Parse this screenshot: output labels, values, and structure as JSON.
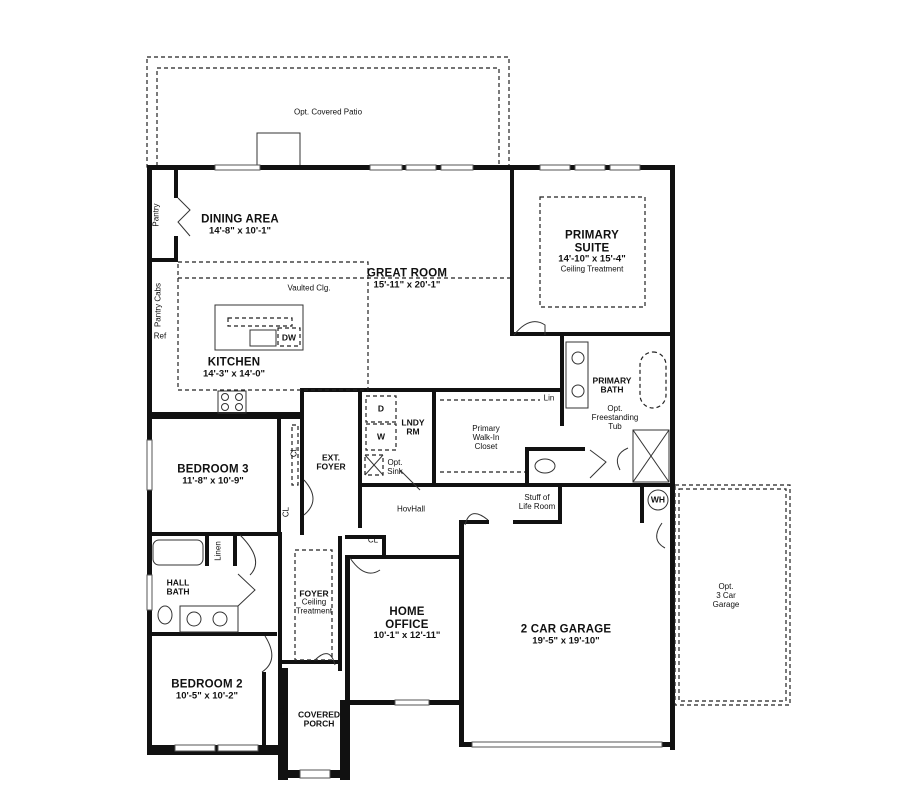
{
  "plan": {
    "rooms": {
      "patio": {
        "name": "Opt. Covered Patio"
      },
      "dining": {
        "name": "DINING AREA",
        "dims": "14'-8\" x 10'-1\""
      },
      "great_room": {
        "name": "GREAT ROOM",
        "dims": "15'-11\" x 20'-1\"",
        "note": "Vaulted Clg."
      },
      "kitchen": {
        "name": "KITCHEN",
        "dims": "14'-3\" x 14'-0\""
      },
      "primary_suite": {
        "name_line1": "PRIMARY",
        "name_line2": "SUITE",
        "dims": "14'-10\" x 15'-4\"",
        "note": "Ceiling Treatment"
      },
      "primary_bath": {
        "name_line1": "PRIMARY",
        "name_line2": "BATH",
        "note_line1": "Opt.",
        "note_line2": "Freestanding",
        "note_line3": "Tub"
      },
      "walk_in_closet": {
        "line1": "Primary",
        "line2": "Walk-In",
        "line3": "Closet"
      },
      "laundry": {
        "line1": "LNDY",
        "line2": "RM"
      },
      "ext_foyer": {
        "line1": "EXT.",
        "line2": "FOYER"
      },
      "bedroom3": {
        "name": "BEDROOM 3",
        "dims": "11'-8\" x 10'-9\""
      },
      "hall_bath": {
        "line1": "HALL",
        "line2": "BATH"
      },
      "bedroom2": {
        "name": "BEDROOM 2",
        "dims": "10'-5\" x 10'-2\""
      },
      "foyer": {
        "name": "FOYER",
        "note_line1": "Ceiling",
        "note_line2": "Treatment"
      },
      "covered_porch": {
        "line1": "COVERED",
        "line2": "PORCH"
      },
      "home_office": {
        "line1": "HOME",
        "line2": "OFFICE",
        "dims": "10'-1\" x 12'-11\""
      },
      "garage": {
        "name": "2 CAR GARAGE",
        "dims": "19'-5\" x 19'-10\""
      },
      "opt_garage": {
        "line1": "Opt.",
        "line2": "3 Car",
        "line3": "Garage"
      },
      "stuff_of_life": {
        "line1": "Stuff of",
        "line2": "Life Room"
      },
      "hov_hall": {
        "name": "HovHall"
      }
    },
    "fixtures": {
      "pantry": "Pantry",
      "pantry_cabs_1": "Pantry",
      "pantry_cabs_2": "Cabs",
      "ref": "Ref",
      "dw": "DW",
      "dryer": "D",
      "washer": "W",
      "opt_sink_1": "Opt.",
      "opt_sink_2": "Sink",
      "linen_primary": "Lin",
      "linen_hall": "Linen",
      "water_heater": "WH",
      "closet": "CL"
    }
  }
}
